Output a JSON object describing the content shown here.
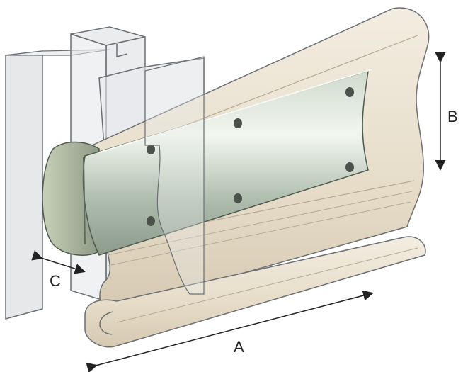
{
  "diagram": {
    "labels": {
      "a": "A",
      "b": "B",
      "c": "C"
    },
    "colors": {
      "background": "#ffffff",
      "glass_fill": "#e6e8ea",
      "glass_stroke": "#6b6f73",
      "cream_fill": "#ece3d2",
      "cream_shade": "#d8ccb6",
      "steel_light": "#e9f0e6",
      "steel_mid": "#b9c7b8",
      "steel_dark": "#7f8f80",
      "hole": "#4a524b",
      "arrow": "#222222"
    }
  }
}
